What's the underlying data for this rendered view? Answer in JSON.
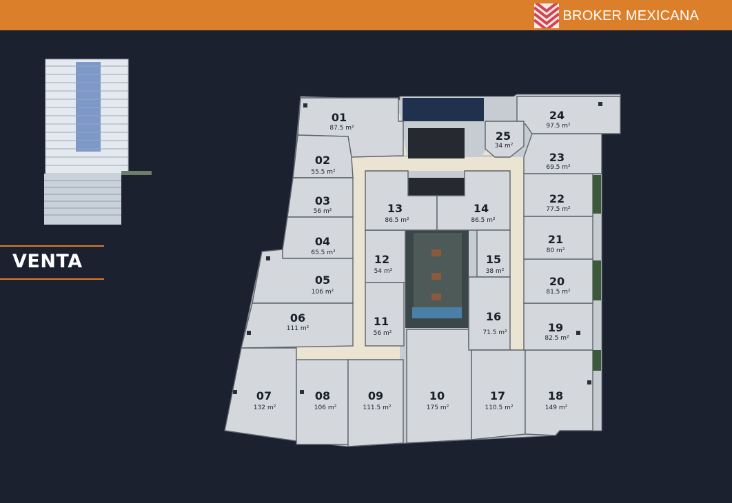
{
  "header": {
    "brand_name": "BROKER MEXICANA",
    "brand_color": "#dc7f2b",
    "logo_icon": "chevron-stripes-icon"
  },
  "status_label": "VENTA",
  "colors": {
    "background": "#1c2130",
    "accent": "#dc7f2b",
    "unit_fill": "#d4d8dd",
    "corridor": "#ece4d2"
  },
  "units": [
    {
      "id": "01",
      "area": "87.5 m²"
    },
    {
      "id": "02",
      "area": "55.5 m²"
    },
    {
      "id": "03",
      "area": "56 m²"
    },
    {
      "id": "04",
      "area": "65.5 m²"
    },
    {
      "id": "05",
      "area": "106 m²"
    },
    {
      "id": "06",
      "area": "111 m²"
    },
    {
      "id": "07",
      "area": "132 m²"
    },
    {
      "id": "08",
      "area": "106 m²"
    },
    {
      "id": "09",
      "area": "111.5 m²"
    },
    {
      "id": "10",
      "area": "175 m²"
    },
    {
      "id": "11",
      "area": "56 m²"
    },
    {
      "id": "12",
      "area": "54 m²"
    },
    {
      "id": "13",
      "area": "86.5 m²"
    },
    {
      "id": "14",
      "area": "86.5 m²"
    },
    {
      "id": "15",
      "area": "38 m²"
    },
    {
      "id": "16",
      "area": "71.5 m²"
    },
    {
      "id": "17",
      "area": "110.5 m²"
    },
    {
      "id": "18",
      "area": "149 m²"
    },
    {
      "id": "19",
      "area": "82.5 m²"
    },
    {
      "id": "20",
      "area": "81.5 m²"
    },
    {
      "id": "21",
      "area": "80 m²"
    },
    {
      "id": "22",
      "area": "77.5 m²"
    },
    {
      "id": "23",
      "area": "69.5 m²"
    },
    {
      "id": "24",
      "area": "97.5 m²"
    },
    {
      "id": "25",
      "area": "34 m²"
    }
  ]
}
